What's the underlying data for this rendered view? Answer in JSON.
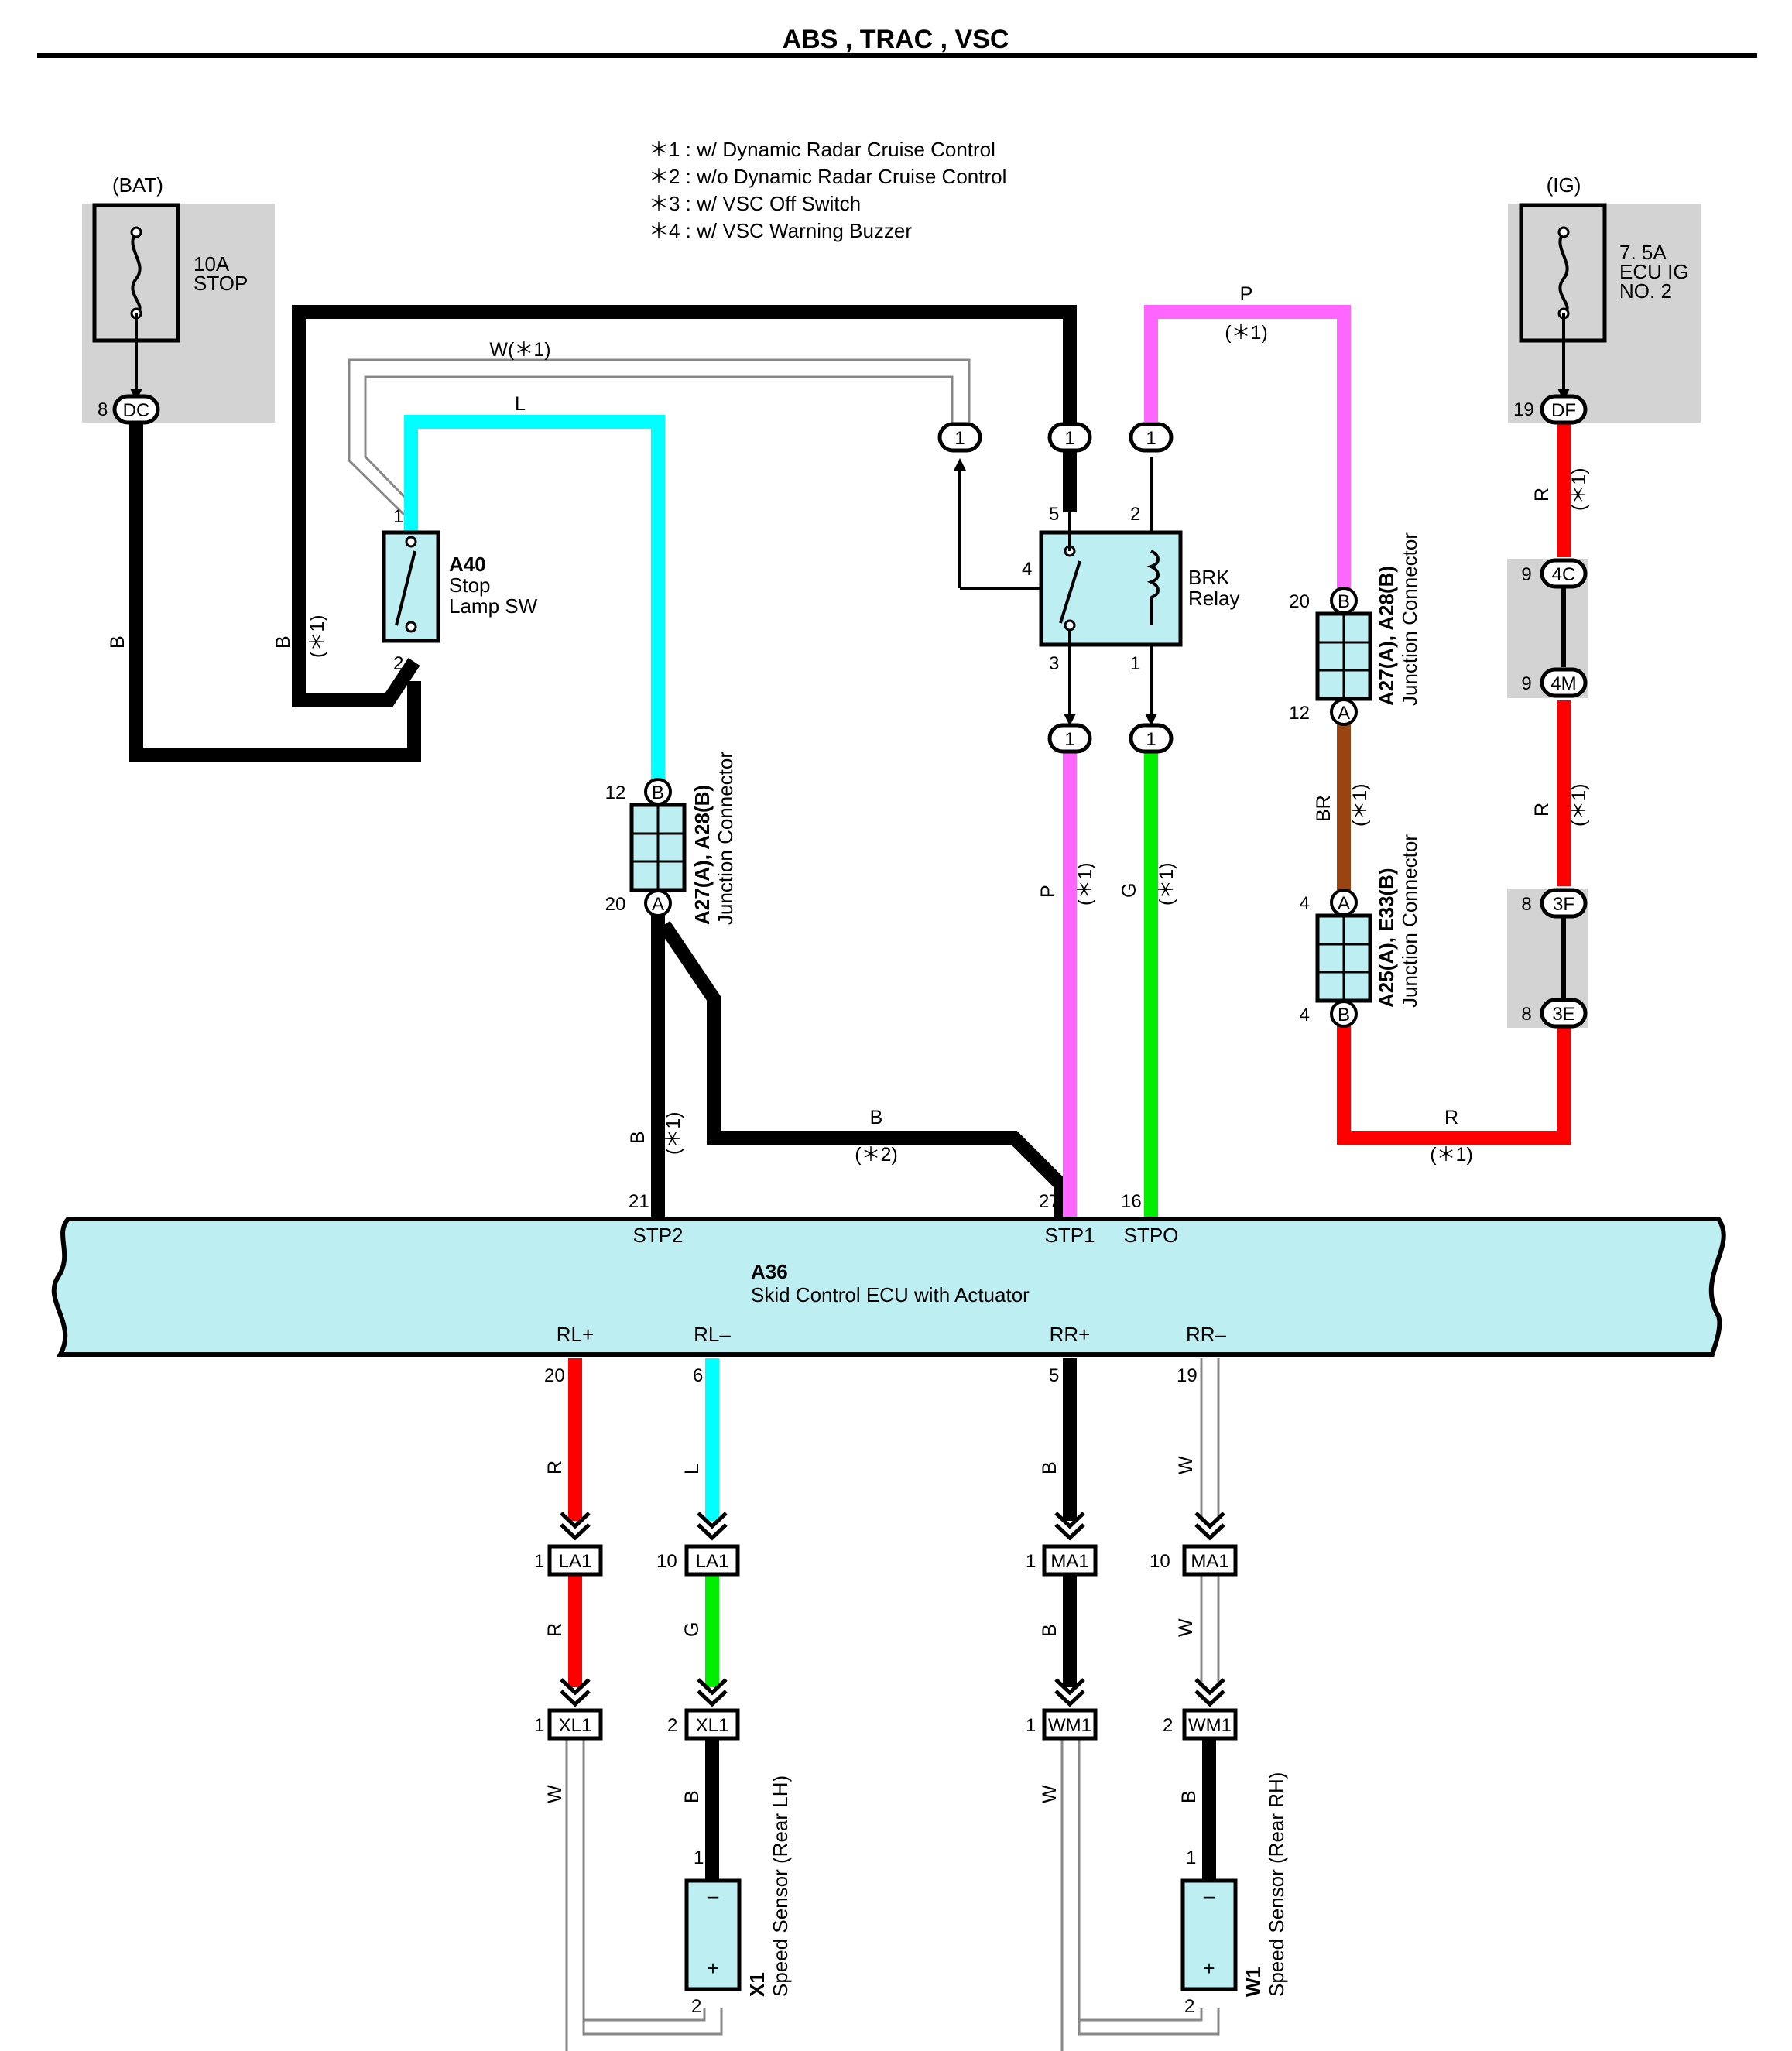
{
  "title": "ABS , TRAC , VSC",
  "notes": [
    "＊1 : w/ Dynamic Radar Cruise Control",
    "＊2 : w/o Dynamic Radar Cruise Control",
    "＊3 : w/ VSC Off Switch",
    "＊4 : w/ VSC Warning Buzzer"
  ],
  "colors": {
    "black": "#000000",
    "cyan": "#00ffff",
    "pink": "#ff66ff",
    "green": "#00ee00",
    "red": "#ff0000",
    "brown": "#994411",
    "white_wire": "#999999",
    "component_fill": "#bdeef2",
    "shade": "#d3d3d3"
  },
  "fuses": {
    "bat": {
      "source": "(BAT)",
      "rating": "10A",
      "name": "STOP",
      "pin": "8",
      "connector": "DC"
    },
    "ig": {
      "source": "(IG)",
      "rating": "7. 5A",
      "name1": "ECU IG",
      "name2": "NO. 2",
      "pin": "19",
      "connector": "DF"
    }
  },
  "stop_lamp_sw": {
    "code": "A40",
    "name1": "Stop",
    "name2": "Lamp SW",
    "pin_top": "1",
    "pin_bottom": "2"
  },
  "brk_relay": {
    "name1": "BRK",
    "name2": "Relay",
    "pin5": "5",
    "pin2": "2",
    "pin4": "4",
    "pin3": "3",
    "pin1": "1"
  },
  "junction_left": {
    "code": "A27(A), A28(B)",
    "name": "Junction Connector",
    "pin_top": "12",
    "conn_top": "B",
    "pin_bottom": "20",
    "conn_bottom": "A"
  },
  "junction_right_top": {
    "code": "A27(A), A28(B)",
    "name": "Junction Connector",
    "pin_top": "20",
    "conn_top": "B",
    "pin_bottom": "12",
    "conn_bottom": "A"
  },
  "junction_right_bottom": {
    "code": "A25(A), E33(B)",
    "name": "Junction Connector",
    "pin_top": "4",
    "conn_top": "A",
    "pin_bottom": "4",
    "conn_bottom": "B"
  },
  "inline_connectors": {
    "c1": "1",
    "4C": {
      "pin": "9",
      "conn": "4C"
    },
    "4M": {
      "pin": "9",
      "conn": "4M"
    },
    "3F": {
      "pin": "8",
      "conn": "3F"
    },
    "3E": {
      "pin": "8",
      "conn": "3E"
    }
  },
  "wires": {
    "w_note": "W(＊1)",
    "L": "L",
    "B": "B",
    "P": "P",
    "G": "G",
    "R": "R",
    "BR": "BR",
    "W": "W",
    "star1": "(＊1)",
    "star2": "(＊2)"
  },
  "ecu": {
    "code": "A36",
    "name": "Skid Control ECU with Actuator",
    "top_pins": [
      {
        "pin": "21",
        "name": "STP2"
      },
      {
        "pin": "27",
        "name": "STP1"
      },
      {
        "pin": "16",
        "name": "STPO"
      }
    ],
    "bottom_pins": [
      {
        "pin": "20",
        "name": "RL+"
      },
      {
        "pin": "6",
        "name": "RL–"
      },
      {
        "pin": "5",
        "name": "RR+"
      },
      {
        "pin": "19",
        "name": "RR–"
      }
    ]
  },
  "sensor_connectors": {
    "la1_1": {
      "pin": "1",
      "conn": "LA1"
    },
    "la1_10": {
      "pin": "10",
      "conn": "LA1"
    },
    "ma1_1": {
      "pin": "1",
      "conn": "MA1"
    },
    "ma1_10": {
      "pin": "10",
      "conn": "MA1"
    },
    "xl1_1": {
      "pin": "1",
      "conn": "XL1"
    },
    "xl1_2": {
      "pin": "2",
      "conn": "XL1"
    },
    "wm1_1": {
      "pin": "1",
      "conn": "WM1"
    },
    "wm1_2": {
      "pin": "2",
      "conn": "WM1"
    }
  },
  "sensors": {
    "x1": {
      "code": "X1",
      "name": "Speed Sensor (Rear LH)",
      "minus": "–",
      "plus": "+",
      "pin1": "1",
      "pin2": "2"
    },
    "w1": {
      "code": "W1",
      "name": "Speed Sensor (Rear RH)",
      "minus": "–",
      "plus": "+",
      "pin1": "1",
      "pin2": "2"
    }
  }
}
